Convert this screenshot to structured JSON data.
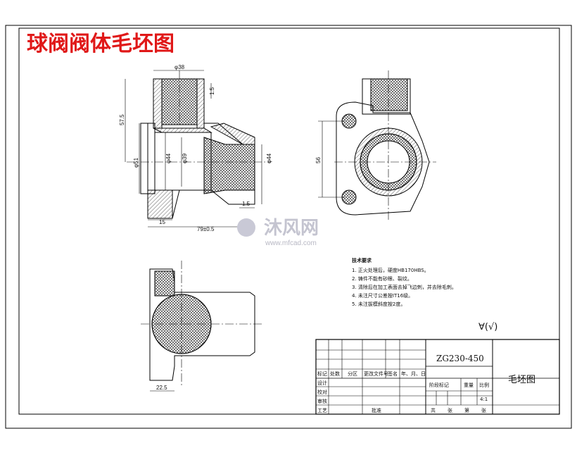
{
  "title": "球阀阀体毛坯图",
  "watermark": {
    "brand": "沐风网",
    "url": "www.mfcad.com"
  },
  "dims": {
    "top_dia": "φ38",
    "top_step": "1.5",
    "height": "57.5",
    "left_dia": "φ51",
    "bore1": "φ44",
    "bore2": "φ39",
    "right_dia": "φ44",
    "right_step": "1.5",
    "flange": "15",
    "length": "79±0.5",
    "side_height": "56",
    "bottom_width": "22.5"
  },
  "notes": {
    "heading": "技术要求",
    "items": [
      "1. 正火处理后，硬度HB170HBS。",
      "2. 铸件不能有砂眼、裂纹。",
      "3. 清除后在加工表面去掉飞边刺，并去除毛刺。",
      "4. 未注尺寸公差按IT16级。",
      "5. 未注拔模斜度按2度。"
    ]
  },
  "roughness": "∀(√)",
  "title_block": {
    "material": "ZG230-450",
    "drawing_name": "毛坯图",
    "header_cells": [
      "标记",
      "处数",
      "分区",
      "更改文件号",
      "签名",
      "年、月、日"
    ],
    "row_labels": [
      "设计",
      "校对",
      "审核",
      "工艺"
    ],
    "approve": "批准",
    "stage_label": "阶段标记",
    "weight_label": "重量",
    "scale_label": "比例",
    "scale_value": "4:1",
    "sheet_labels": [
      "共",
      "张",
      "第",
      "张"
    ]
  }
}
